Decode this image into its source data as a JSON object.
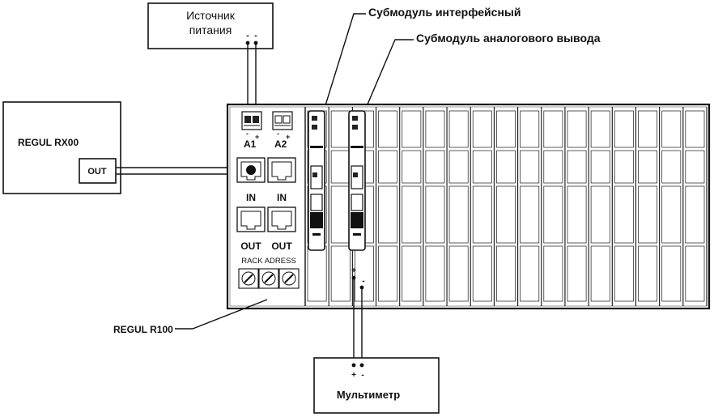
{
  "labels": {
    "power_source": [
      "Источник",
      "питания"
    ],
    "submodule_interface": "Субмодуль интерфейсный",
    "submodule_analog": "Субмодуль аналогового вывода",
    "regul_rx00": "REGUL RX00",
    "out_port": "OUT",
    "regul_r100": "REGUL R100",
    "multimeter": "Мультиметр",
    "terminal_a1": "A1",
    "terminal_a2": "A2",
    "in_1": "IN",
    "in_2": "IN",
    "out_1": "OUT",
    "out_2": "OUT",
    "rack_adress": "RACK ADRESS"
  },
  "polarity": {
    "power_minus": "-",
    "power_plus": "-",
    "a1_minus": "-",
    "a1_plus": "+",
    "a2_minus": "-",
    "a2_plus": "+",
    "analog_plus": "+",
    "analog_minus": "-",
    "meter_plus": "+",
    "meter_minus": "-"
  },
  "colors": {
    "stroke": "#111111",
    "background": "#ffffff"
  },
  "rack": {
    "slot_count": 17
  }
}
